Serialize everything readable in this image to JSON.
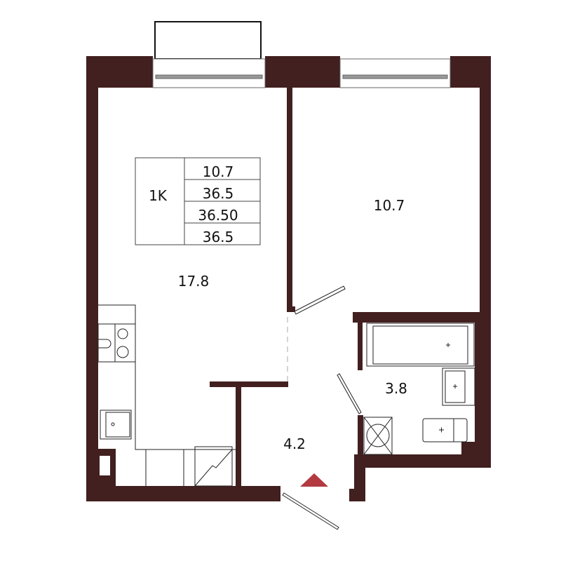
{
  "colors": {
    "wall": "#41201f",
    "entrance_marker": "#b23a40",
    "line": "#222222"
  },
  "summary_table": {
    "type": "1K",
    "rows": [
      "10.7",
      "36.5",
      "36.50",
      "36.5"
    ]
  },
  "rooms": {
    "kitchen_living": "17.8",
    "bedroom": "10.7",
    "hall": "4.2",
    "bathroom": "3.8"
  },
  "icons": [
    "entrance-triangle-icon",
    "stove-icon",
    "sink-icon",
    "washbasin-icon",
    "bathtub-icon",
    "toilet-icon",
    "ventilation-shaft-icon"
  ]
}
